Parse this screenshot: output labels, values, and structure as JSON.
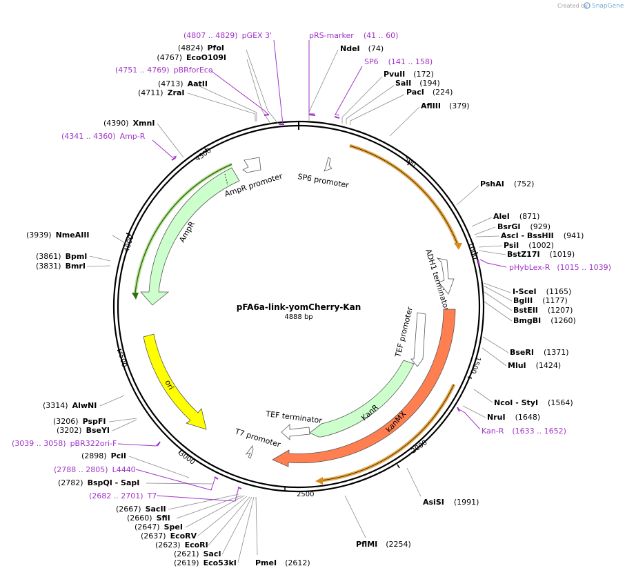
{
  "credit": {
    "created_by": "Created by",
    "brand": "SnapGene"
  },
  "plasmid": {
    "name": "pFA6a-link-yomCherry-Kan",
    "length_label": "4888 bp",
    "length": 4888
  },
  "ticks": [
    "500",
    "1000",
    "1500",
    "2000",
    "2500",
    "3000",
    "3500",
    "4000",
    "4500"
  ],
  "colors": {
    "backbone": "#000000",
    "ori": "#ffff00",
    "promoter": "#ccffcc",
    "terminator": "#ffffff",
    "kanmx": "#ff7f50",
    "ampr_fill": "#ccffcc",
    "ampr_track": "#3c8c14",
    "orange_track": "#d98c1a",
    "primer": "#a032c8"
  },
  "sites": [
    {
      "name": "PfoI",
      "pos": "(4824)",
      "side": "right"
    },
    {
      "name": "EcoO109I",
      "pos": "(4767)",
      "side": "right"
    },
    {
      "name": "AatII",
      "pos": "(4713)",
      "side": "right"
    },
    {
      "name": "ZraI",
      "pos": "(4711)",
      "side": "right"
    },
    {
      "name": "XmnI",
      "pos": "(4390)",
      "side": "right"
    },
    {
      "name": "NmeAIII",
      "pos": "(3939)",
      "side": "right"
    },
    {
      "name": "BpmI",
      "pos": "(3861)",
      "side": "right"
    },
    {
      "name": "BmrI",
      "pos": "(3831)",
      "side": "right"
    },
    {
      "name": "AlwNI",
      "pos": "(3314)",
      "side": "right"
    },
    {
      "name": "PspFI",
      "pos": "(3206)",
      "side": "right"
    },
    {
      "name": "BseYI",
      "pos": "(3202)",
      "side": "right"
    },
    {
      "name": "PciI",
      "pos": "(2898)",
      "side": "right"
    },
    {
      "name": "BspQI  - SapI",
      "pos": "(2782)",
      "side": "right"
    },
    {
      "name": "SacII",
      "pos": "(2667)",
      "side": "right"
    },
    {
      "name": "SfiI",
      "pos": "(2660)",
      "side": "right"
    },
    {
      "name": "SpeI",
      "pos": "(2647)",
      "side": "right"
    },
    {
      "name": "EcoRV",
      "pos": "(2637)",
      "side": "right"
    },
    {
      "name": "EcoRI",
      "pos": "(2623)",
      "side": "right"
    },
    {
      "name": "SacI",
      "pos": "(2621)",
      "side": "right"
    },
    {
      "name": "Eco53kI",
      "pos": "(2619)",
      "side": "right"
    },
    {
      "name": "PmeI",
      "pos": "(2612)",
      "side": "left"
    },
    {
      "name": "PflMI",
      "pos": "(2254)",
      "side": "left"
    },
    {
      "name": "AsiSI",
      "pos": "(1991)",
      "side": "left"
    },
    {
      "name": "NdeI",
      "pos": "(74)",
      "side": "left"
    },
    {
      "name": "PvuII",
      "pos": "(172)",
      "side": "left"
    },
    {
      "name": "SalI",
      "pos": "(194)",
      "side": "left"
    },
    {
      "name": "PacI",
      "pos": "(224)",
      "side": "left"
    },
    {
      "name": "AflIII",
      "pos": "(379)",
      "side": "left"
    },
    {
      "name": "PshAI",
      "pos": "(752)",
      "side": "left"
    },
    {
      "name": "AleI",
      "pos": "(871)",
      "side": "left"
    },
    {
      "name": "BsrGI",
      "pos": "(929)",
      "side": "left"
    },
    {
      "name": "AscI  - BssHII",
      "pos": "(941)",
      "side": "left"
    },
    {
      "name": "PsiI",
      "pos": "(1002)",
      "side": "left"
    },
    {
      "name": "BstZ17I",
      "pos": "(1019)",
      "side": "left"
    },
    {
      "name": "I-SceI",
      "pos": "(1165)",
      "side": "left"
    },
    {
      "name": "BglII",
      "pos": "(1177)",
      "side": "left"
    },
    {
      "name": "BstEII",
      "pos": "(1207)",
      "side": "left"
    },
    {
      "name": "BmgBI",
      "pos": "(1260)",
      "side": "left"
    },
    {
      "name": "BseRI",
      "pos": "(1371)",
      "side": "left"
    },
    {
      "name": "MluI",
      "pos": "(1424)",
      "side": "left"
    },
    {
      "name": "NcoI  - StyI",
      "pos": "(1564)",
      "side": "left"
    },
    {
      "name": "NruI",
      "pos": "(1648)",
      "side": "left"
    }
  ],
  "primers": [
    {
      "name": "pGEX 3'",
      "range": "(4807 .. 4829)"
    },
    {
      "name": "pRS-marker",
      "range": "(41 .. 60)"
    },
    {
      "name": "SP6",
      "range": "(141 .. 158)"
    },
    {
      "name": "pBRforEco",
      "range": "(4751 .. 4769)"
    },
    {
      "name": "Amp-R",
      "range": "(4341 .. 4360)"
    },
    {
      "name": "pHybLex-R",
      "range": "(1015 .. 1039)"
    },
    {
      "name": "Kan-R",
      "range": "(1633 .. 1652)"
    },
    {
      "name": "pBR322ori-F",
      "range": "(3039 .. 3058)"
    },
    {
      "name": "L4440",
      "range": "(2788 .. 2805)"
    },
    {
      "name": "T7",
      "range": "(2682 .. 2701)"
    }
  ],
  "features": {
    "sp6_promoter": "SP6 promoter",
    "ampr_promoter": "AmpR promoter",
    "ampr": "AmpR",
    "adh1_terminator": "ADH1 terminator",
    "tef_promoter": "TEF promoter",
    "kanr": "KanR",
    "kanmx": "kanMX",
    "tef_terminator": "TEF terminator",
    "t7_promoter": "T7 promoter",
    "ori": "ori"
  }
}
